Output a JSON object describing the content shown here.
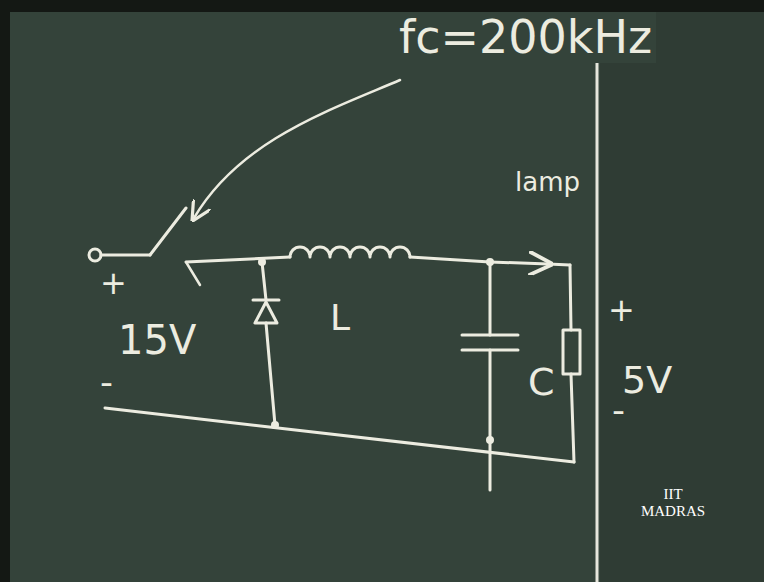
{
  "diagram": {
    "labels": [
      "fc=200kHz",
      "lamp",
      "15V",
      "+",
      "-",
      "L",
      "C",
      "+",
      "5V",
      "-",
      "IIT MADRAS"
    ]
  }
}
